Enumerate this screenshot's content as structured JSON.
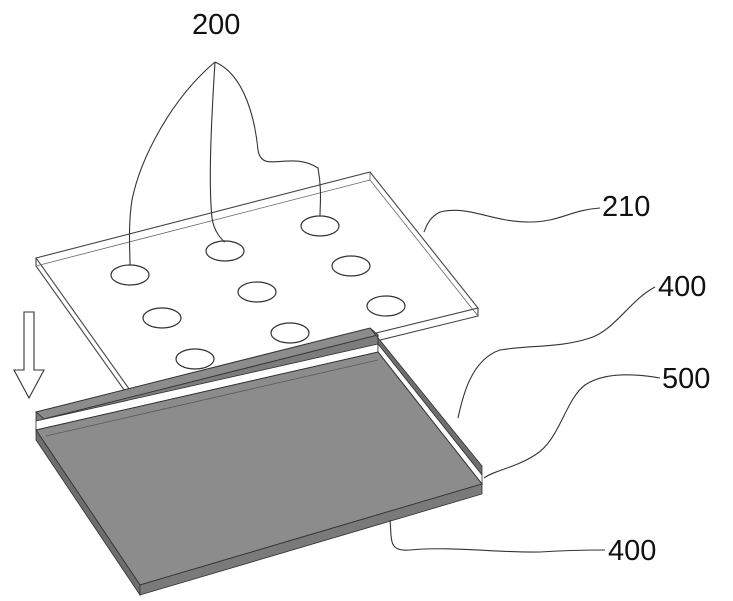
{
  "labels": {
    "perforations": "200",
    "perforated_sheet": "210",
    "upper_layer": "400",
    "middle_layer": "500",
    "bottom_layer": "400"
  },
  "colors": {
    "layer_fill": "#8c8c8c",
    "layer_side": "#6e6e6e",
    "line": "#333333",
    "background": "#ffffff"
  },
  "icons": {
    "arrow": "down-arrow-icon"
  }
}
